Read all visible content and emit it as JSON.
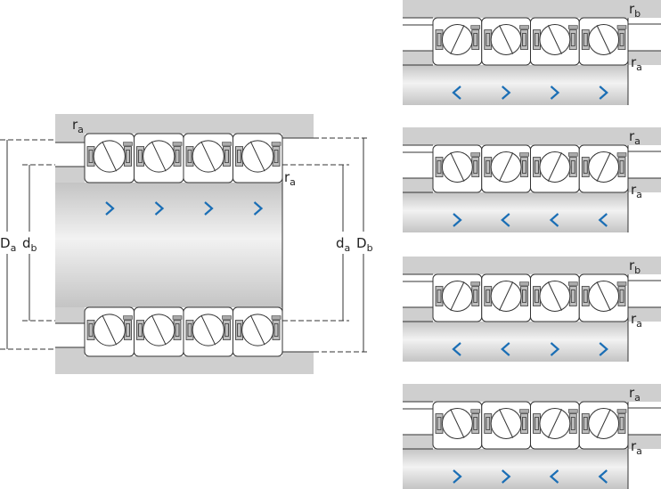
{
  "colors": {
    "housing": "#cfcfcf",
    "shaft_light": "#f2f2f2",
    "shaft_dark": "#c4c4c4",
    "line": "#333333",
    "arrow": "#1a6eb5",
    "bearing_fill": "#ffffff"
  },
  "main": {
    "labels": {
      "ra_top": {
        "base": "r",
        "sub": "a"
      },
      "ra_right": {
        "base": "r",
        "sub": "a"
      },
      "Da": {
        "base": "D",
        "sub": "a"
      },
      "db": {
        "base": "d",
        "sub": "b"
      },
      "da": {
        "base": "d",
        "sub": "a"
      },
      "Db": {
        "base": "D",
        "sub": "b"
      }
    },
    "arrows": [
      ">",
      ">",
      ">",
      ">"
    ]
  },
  "panels": [
    {
      "top_label": {
        "base": "r",
        "sub": "b"
      },
      "bottom_label": {
        "base": "r",
        "sub": "a"
      },
      "arrows": [
        "<",
        ">",
        ">",
        ">"
      ]
    },
    {
      "top_label": {
        "base": "r",
        "sub": "a"
      },
      "bottom_label": {
        "base": "r",
        "sub": "a"
      },
      "arrows": [
        ">",
        "<",
        "<",
        "<"
      ]
    },
    {
      "top_label": {
        "base": "r",
        "sub": "b"
      },
      "bottom_label": {
        "base": "r",
        "sub": "a"
      },
      "arrows": [
        "<",
        "<",
        ">",
        ">"
      ]
    },
    {
      "top_label": {
        "base": "r",
        "sub": "a"
      },
      "bottom_label": {
        "base": "r",
        "sub": "a"
      },
      "arrows": [
        ">",
        ">",
        "<",
        "<"
      ]
    }
  ]
}
